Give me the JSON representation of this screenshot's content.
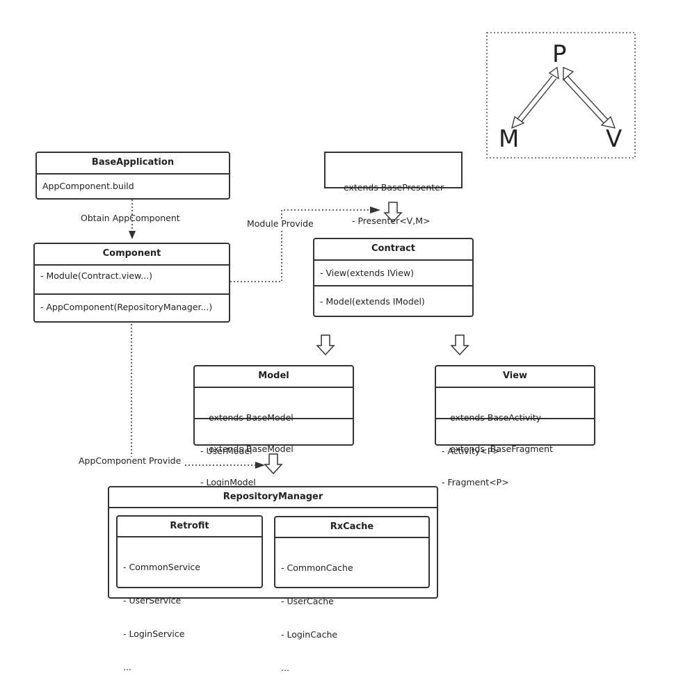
{
  "mvp": {
    "p": "P",
    "m": "M",
    "v": "V"
  },
  "base_application": {
    "title": "BaseApplication",
    "line": "AppComponent.build"
  },
  "component": {
    "title": "Component",
    "module": "- Module(Contract.view...)",
    "app_component": "- AppComponent(RepositoryManager...)"
  },
  "presenter": {
    "line1": "extends BasePresenter",
    "line2": "- Presenter<V,M>"
  },
  "contract": {
    "title": "Contract",
    "view": "- View(extends IView)",
    "model": "- Model(extends IModel)"
  },
  "model": {
    "title": "Model",
    "s1_l1": "extends BaseModel",
    "s1_l2": "- UserModel",
    "s2_l1": "extends BaseModel",
    "s2_l2": "- LoginModel"
  },
  "view": {
    "title": "View",
    "s1_l1": "extends BaseActivity",
    "s1_l2": "- Activity<P>",
    "s2_l1": "extends  BaseFragment",
    "s2_l2": "- Fragment<P>"
  },
  "repository_manager": {
    "title": "RepositoryManager",
    "retrofit": {
      "title": "Retrofit",
      "items": [
        "- CommonService",
        "- UserService",
        "- LoginService",
        "..."
      ]
    },
    "rxcache": {
      "title": "RxCache",
      "items": [
        "- CommonCache",
        "- UserCache",
        "- LoginCache",
        "..."
      ]
    }
  },
  "labels": {
    "obtain": "Obtain AppComponent",
    "module_provide": "Module Provide",
    "app_component_provide": "AppComponent Provide"
  }
}
